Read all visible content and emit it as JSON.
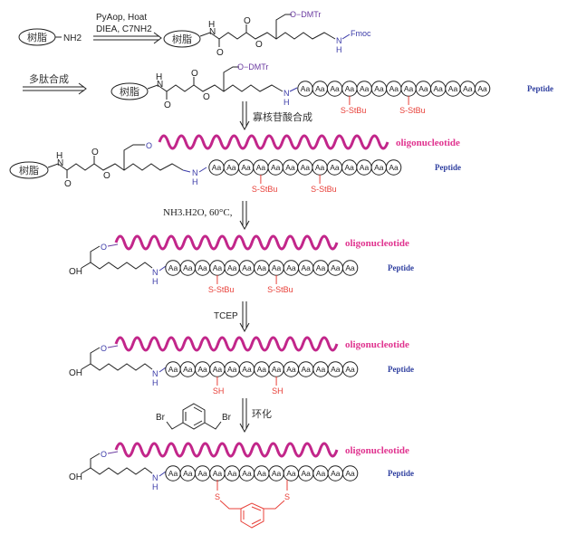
{
  "resin_label": "树脂",
  "amine_label": "NH2",
  "step1": {
    "reagents_line1": "PyAop, Hoat",
    "reagents_line2": "DIEA, C7NH2"
  },
  "step2": {
    "label": "多肽合成"
  },
  "step3": {
    "label": "寡核苷酸合成"
  },
  "step4": {
    "label": "NH3.H2O, 60°C,"
  },
  "step5": {
    "label": "TCEP"
  },
  "step6": {
    "label": "环化",
    "reagent_br1": "Br",
    "reagent_br2": "Br"
  },
  "atoms": {
    "H": "H",
    "N": "N",
    "O": "O",
    "OH": "OH",
    "ODMTr": "O−DMTr",
    "Fmoc": "Fmoc",
    "S": "S"
  },
  "residue_label": "Aa",
  "residue_count": 13,
  "peptide_label": "Peptide",
  "oligo_label": "oligonucleotide",
  "protected_cys": "S-StBu",
  "free_thiol": "SH",
  "colors": {
    "oligo": "#c2268a",
    "peptide": "#3040a0",
    "sulfur": "#e8413a",
    "linker": "#3a3aa8"
  }
}
